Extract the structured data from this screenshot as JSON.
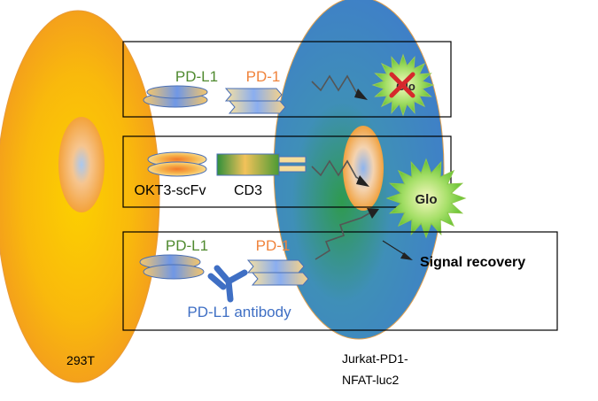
{
  "diagram": {
    "cells": {
      "left": "293T",
      "right_line1": "Jurkat-PD1-",
      "right_line2": "NFAT-luc2"
    },
    "panel1": {
      "ligand": "PD-L1",
      "receptor": "PD-1",
      "glo": "Glo"
    },
    "panel2": {
      "ligand": "OKT3-scFv",
      "receptor": "CD3",
      "glo": "Glo"
    },
    "panel3": {
      "ligand": "PD-L1",
      "receptor": "PD-1",
      "antibody": "PD-L1 antibody",
      "result": "Signal recovery"
    },
    "colors": {
      "pdl1_label": "#4f8a2f",
      "pd1_label": "#f0843c",
      "antibody": "#3f6fc4",
      "cell_orange": "#f7a21c",
      "cell_blue": "#3a7fc0",
      "cell_green": "#3aa24a",
      "glo_green": "#8fd14f"
    }
  }
}
